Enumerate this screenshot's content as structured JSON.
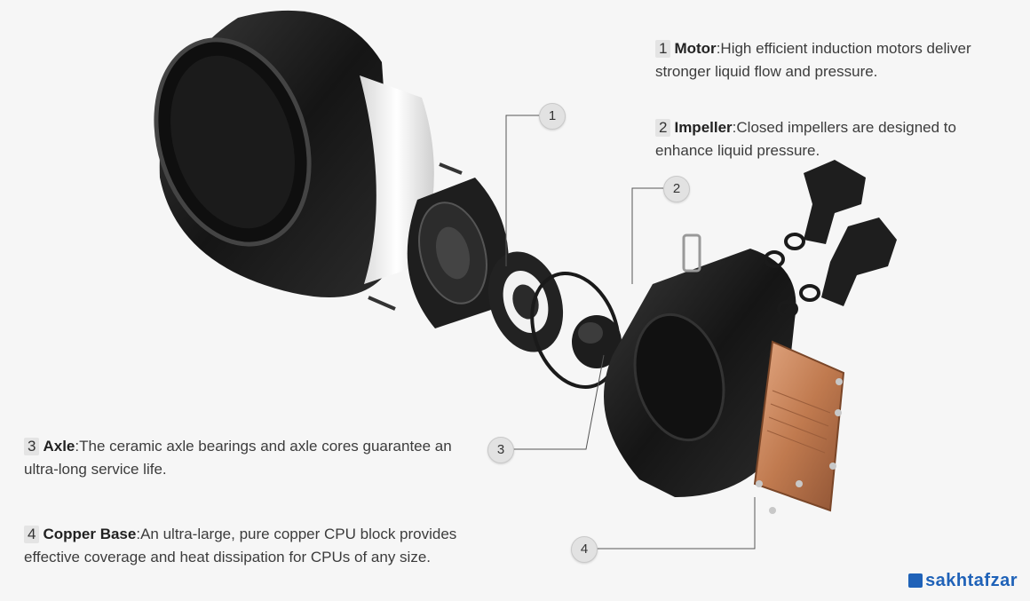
{
  "callouts": [
    {
      "num": "1",
      "title": "Motor",
      "text": "High efficient induction motors deliver stronger liquid flow and pressure."
    },
    {
      "num": "2",
      "title": "Impeller",
      "text": "Closed impellers are designed to enhance liquid pressure."
    },
    {
      "num": "3",
      "title": "Axle",
      "text": "The ceramic axle bearings and axle cores guarantee an ultra-long service life."
    },
    {
      "num": "4",
      "title": "Copper Base",
      "text": "An ultra-large, pure copper CPU block provides effective coverage and heat dissipation for CPUs of any size."
    }
  ],
  "badges": [
    "1",
    "2",
    "3",
    "4"
  ],
  "watermark": "sakhtafzar",
  "colors": {
    "copper": "#c07a4f",
    "housing": "#1c1c1c",
    "brand": "#1f62b8"
  }
}
